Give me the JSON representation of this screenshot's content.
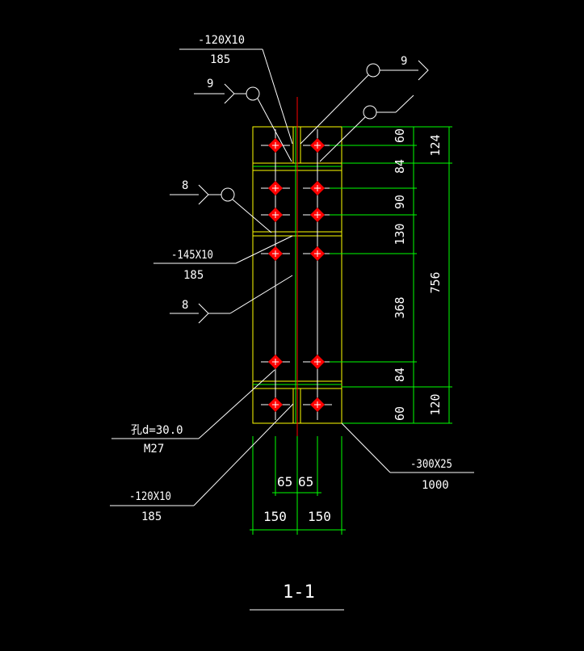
{
  "drawing": {
    "section_title": "1-1",
    "colors": {
      "background": "#000000",
      "plate": "#ffff00",
      "dimension": "#00ff00",
      "leader": "#ffffff",
      "text": "#ffffff",
      "centerline": "#ff0000",
      "bolt": "#ff0000"
    },
    "labels": {
      "top_plate_spec": "-120X10",
      "top_plate_len": "185",
      "weld_top_left_size": "9",
      "weld_top_right_size": "9",
      "weld_mid_size": "8",
      "mid_plate_spec": "-145X10",
      "mid_plate_len": "185",
      "weld_web_size": "8",
      "hole_spec": "孔d=30.0",
      "bolt_spec": "M27",
      "bottom_plate_spec": "-120X10",
      "bottom_plate_len": "185",
      "base_plate_spec": "-300X25",
      "base_plate_len": "1000"
    },
    "dimensions": {
      "vertical_segments": [
        "60",
        "84",
        "90",
        "130",
        "368",
        "84",
        "60"
      ],
      "vertical_groups": [
        "124",
        "756",
        "120"
      ],
      "bolt_gauge": [
        "65",
        "65"
      ],
      "plate_halves": [
        "150",
        "150"
      ]
    }
  }
}
